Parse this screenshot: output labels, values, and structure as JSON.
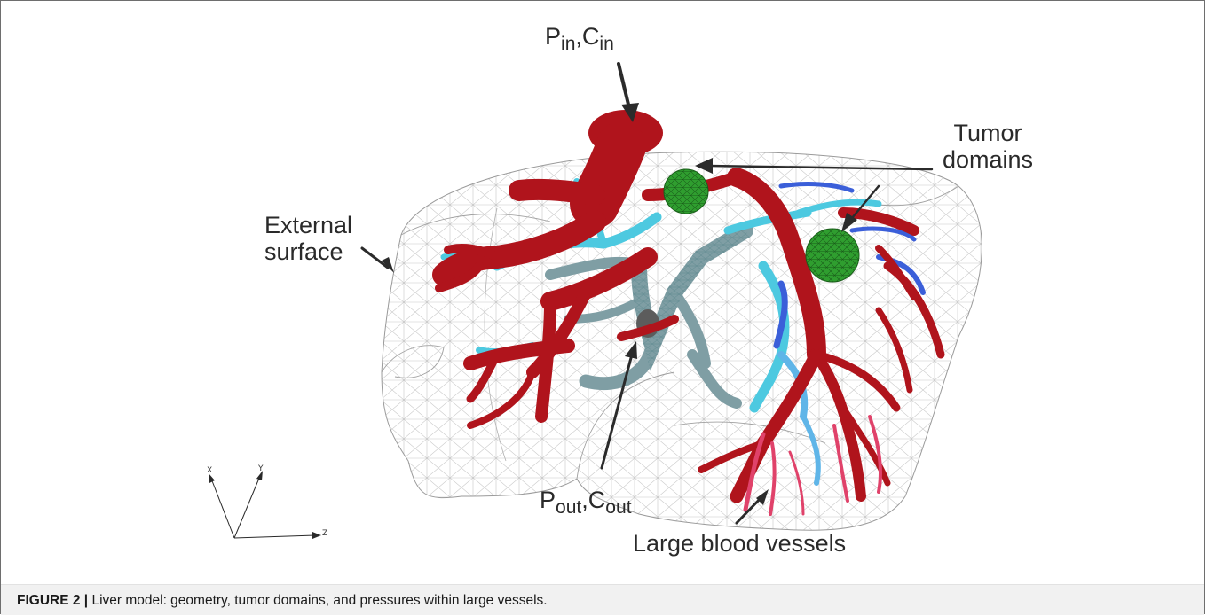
{
  "figure": {
    "caption_number": "FIGURE 2 |",
    "caption_text": " Liver model: geometry, tumor domains, and pressures within large vessels."
  },
  "labels": {
    "inlet_p": "P",
    "inlet_p_sub": "in",
    "inlet_c": "C",
    "inlet_c_sub": "in",
    "tumor_line1": "Tumor",
    "tumor_line2": "domains",
    "external_line1": "External",
    "external_line2": "surface",
    "outlet_p": "P",
    "outlet_p_sub": "out",
    "outlet_c": "C",
    "outlet_c_sub": "out",
    "vessels": "Large blood vessels"
  },
  "axes": {
    "x": "X",
    "y": "Y",
    "z": "Z"
  },
  "colors": {
    "hepatic_red": "#b0141c",
    "portal_cyan": "#4dc9e0",
    "venous_grey": "#7f9ea4",
    "blue_branch": "#3b5fd9",
    "pink_branch": "#e0426a",
    "tumor_green": "#2f9e2f",
    "mesh_grey": "#b8b8b8"
  }
}
